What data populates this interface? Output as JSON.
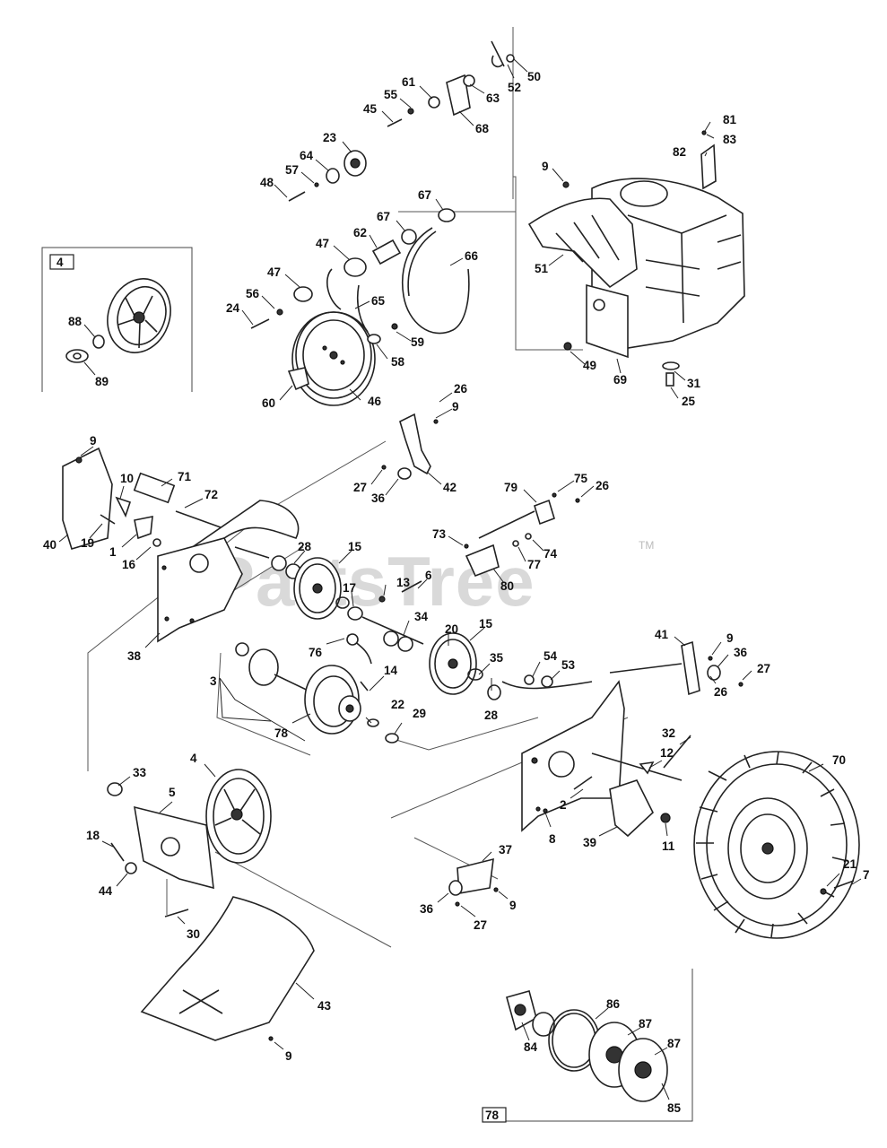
{
  "watermark": "PartsTree",
  "watermark_tm": "TM",
  "insets": {
    "pulley_inset_tag": "4",
    "gear_inset_tag": "78"
  },
  "callouts": {
    "c52": "52",
    "c50": "50",
    "c63": "63",
    "c61": "61",
    "c55": "55",
    "c45": "45",
    "c68": "68",
    "c23": "23",
    "c64": "64",
    "c57": "57",
    "c48": "48",
    "c9a": "9",
    "c81": "81",
    "c83": "83",
    "c82": "82",
    "c67a": "67",
    "c67b": "67",
    "c62": "62",
    "c47a": "47",
    "c47b": "47",
    "c66": "66",
    "c65": "65",
    "c56": "56",
    "c24": "24",
    "c59": "59",
    "c58": "58",
    "c60": "60",
    "c46": "46",
    "c51": "51",
    "c49": "49",
    "c69": "69",
    "c31": "31",
    "c25": "25",
    "c88": "88",
    "c89": "89",
    "c26a": "26",
    "c9b": "9",
    "c42": "42",
    "c27a": "27",
    "c36a": "36",
    "c9c": "9",
    "c10": "10",
    "c71": "71",
    "c72": "72",
    "c40": "40",
    "c19": "19",
    "c1": "1",
    "c16": "16",
    "c79": "79",
    "c75": "75",
    "c26b": "26",
    "c73": "73",
    "c74": "74",
    "c77": "77",
    "c80": "80",
    "c28a": "28",
    "c15a": "15",
    "c13": "13",
    "c6": "6",
    "c17": "17",
    "c34": "34",
    "c20": "20",
    "c15b": "15",
    "c38": "38",
    "c76": "76",
    "c35": "35",
    "c54": "54",
    "c53": "53",
    "c41": "41",
    "c9d": "9",
    "c36b": "36",
    "c27b": "27",
    "c26c": "26",
    "c3": "3",
    "c14": "14",
    "c22": "22",
    "c29": "29",
    "c78": "78",
    "c28b": "28",
    "c32": "32",
    "c12": "12",
    "c70": "70",
    "c2": "2",
    "c8": "8",
    "c39": "39",
    "c11": "11",
    "c33": "33",
    "c4": "4",
    "c5": "5",
    "c18": "18",
    "c44": "44",
    "c30": "30",
    "c37": "37",
    "c36c": "36",
    "c27c": "27",
    "c9e": "9",
    "c21": "21",
    "c7": "7",
    "c43": "43",
    "c9f": "9",
    "c86": "86",
    "c84": "84",
    "c87a": "87",
    "c87b": "87",
    "c85": "85"
  }
}
